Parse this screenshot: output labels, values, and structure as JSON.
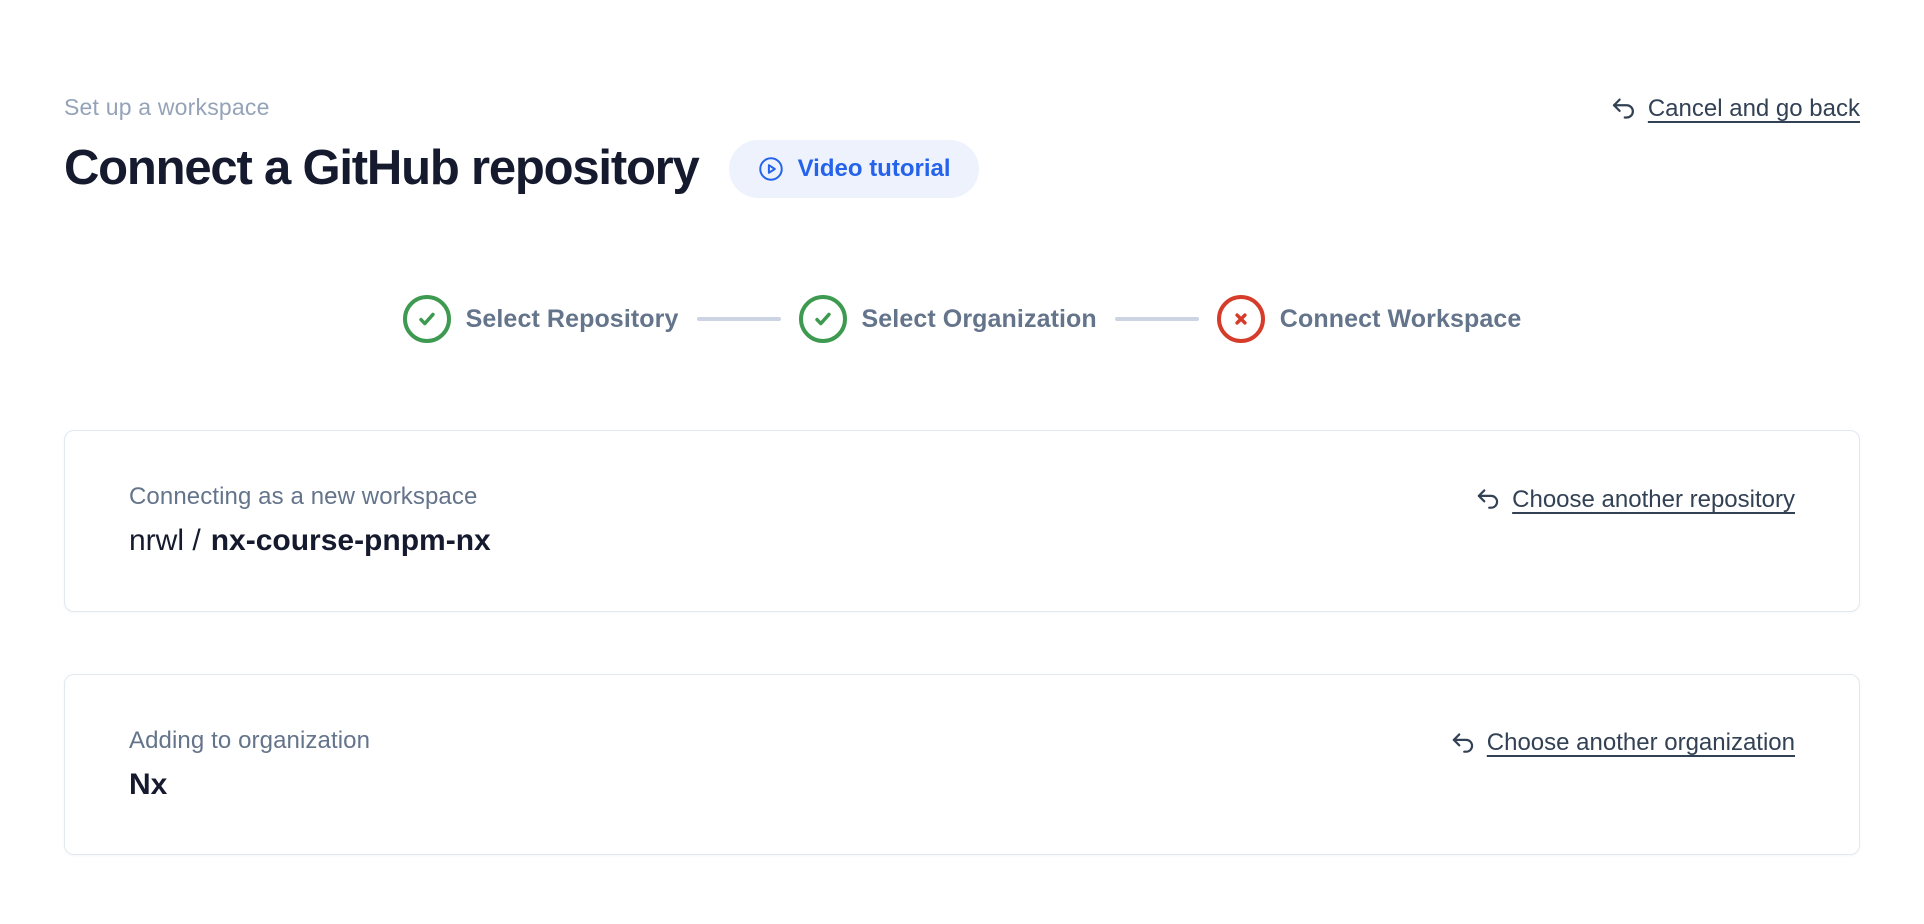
{
  "page": {
    "eyebrow": "Set up a workspace",
    "title": "Connect a GitHub repository",
    "video_tutorial_label": "Video tutorial",
    "cancel_link_label": "Cancel and go back"
  },
  "stepper": {
    "steps": [
      {
        "label": "Select Repository",
        "status": "done"
      },
      {
        "label": "Select Organization",
        "status": "done"
      },
      {
        "label": "Connect Workspace",
        "status": "error"
      }
    ]
  },
  "cards": {
    "repository": {
      "label": "Connecting as a new workspace",
      "owner": "nrwl /",
      "repo": "nx-course-pnpm-nx",
      "action_label": "Choose another repository"
    },
    "organization": {
      "label": "Adding to organization",
      "name": "Nx",
      "action_label": "Choose another organization"
    }
  },
  "colors": {
    "accent_blue": "#2563eb",
    "pill_background": "#edf2fd",
    "step_done_green": "#3d9a50",
    "step_error_red": "#d63c2a",
    "muted_text": "#64748b",
    "eyebrow_text": "#94a3b8",
    "heading_text": "#151a2e",
    "link_text": "#334155",
    "card_border": "#e2e8f0",
    "connector": "#ccd3e2"
  }
}
